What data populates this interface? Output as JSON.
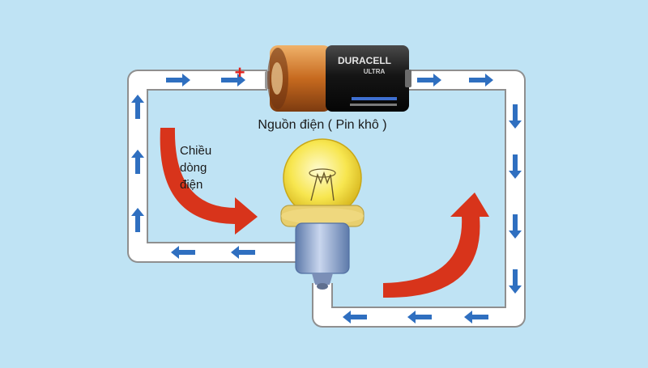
{
  "diagram": {
    "battery_caption": "Nguồn điện ( Pin khô )",
    "battery_brand": "DURACELL",
    "battery_model": "ULTRA",
    "plus_sign": "+",
    "current_label_lines": [
      "Chiều",
      "dòng",
      "điện"
    ]
  },
  "colors": {
    "background": "#bfe3f4",
    "wire": "#ffffff",
    "flow_arrow": "#2f6fc0",
    "current_arrow": "#d8341b",
    "bulb_glass": "#f7e64f",
    "bulb_base": "#8ca6cf",
    "battery_copper": "#c76a1f",
    "battery_black": "#151515"
  },
  "icons": [
    "blue-flow-arrow",
    "red-current-arrow",
    "battery",
    "light-bulb"
  ]
}
